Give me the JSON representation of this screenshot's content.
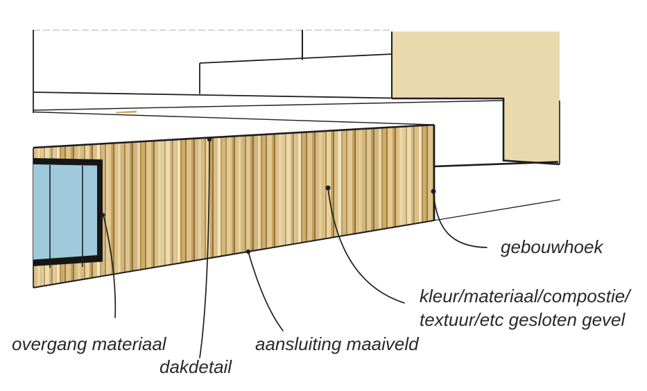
{
  "diagram": {
    "type": "facade-annotation-sketch",
    "annotations": [
      {
        "id": "overgang-materiaal",
        "label": "overgang materiaal"
      },
      {
        "id": "dakdetail",
        "label": "dakdetail"
      },
      {
        "id": "aansluiting-maaiveld",
        "label": "aansluiting maaiveld"
      },
      {
        "id": "gesloten-gevel",
        "label_line1": "kleur/materiaal/compostie/",
        "label_line2": "textuur/etc gesloten gevel"
      },
      {
        "id": "gebouwhoek",
        "label": "gebouwhoek"
      }
    ]
  },
  "colors": {
    "line_color": "#1d1d1d",
    "label_color": "#2b2727",
    "wood_base": "#d7b873",
    "beige_block": "#ebd9ae",
    "window_glass": "#9ecadb",
    "window_frame": "#161616",
    "dashed_line": "#c8c8c8"
  }
}
